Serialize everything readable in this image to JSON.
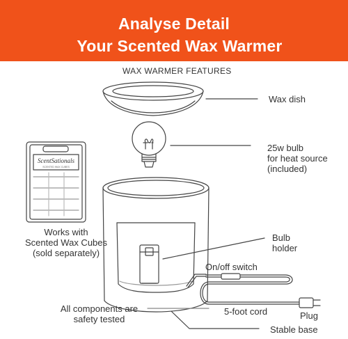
{
  "banner": {
    "line1": "Analyse Detail",
    "line2": "Your Scented Wax Warmer",
    "color": "#f0521a"
  },
  "features_title": "WAX WARMER FEATURES",
  "callouts": {
    "wax_dish": "Wax dish",
    "bulb_line1": "25w bulb",
    "bulb_line2": "for heat source",
    "bulb_line3": "(included)",
    "works_line1": "Works with",
    "works_line2": "Scented Wax Cubes",
    "works_line3": "(sold separately)",
    "holder_line1": "Bulb",
    "holder_line2": "holder",
    "switch": "On/off switch",
    "cord": "5-foot cord",
    "plug": "Plug",
    "safety_line1": "All components are",
    "safety_line2": "safety tested",
    "base": "Stable base"
  },
  "product": {
    "brand": "ScentSationals",
    "brand_sub": "SCENTED WAX CUBES"
  },
  "colors": {
    "line": "#444444",
    "text": "#333333"
  }
}
